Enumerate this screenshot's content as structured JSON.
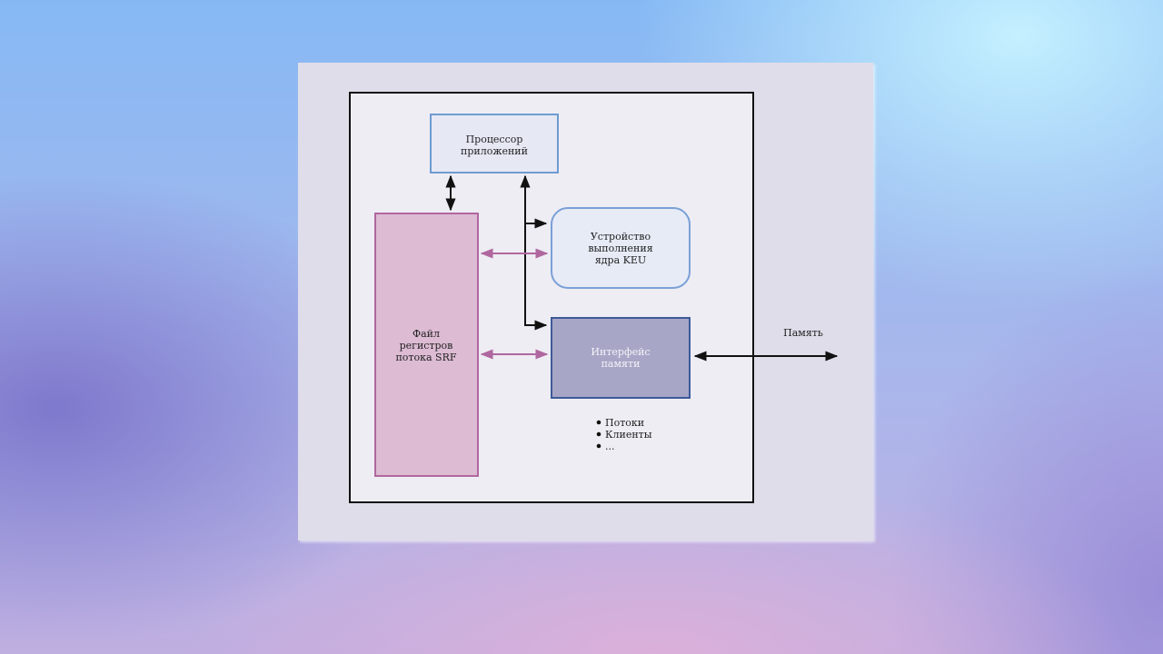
{
  "diagram": {
    "processor": {
      "line1": "Процессор",
      "line2": "приложений"
    },
    "keu": {
      "line1": "Устройство",
      "line2": "выполнения",
      "line3": "ядра KEU"
    },
    "srf": {
      "line1": "Файл",
      "line2": "регистров",
      "line3": "потока SRF"
    },
    "mem_interface": {
      "line1": "Интерфейс",
      "line2": "памяти"
    },
    "memory_label": "Память",
    "bullets": [
      "Потоки",
      "Клиенты",
      "..."
    ]
  },
  "colors": {
    "srf_fill": "#dcbbd3",
    "srf_stroke": "#b0679f",
    "processor_fill": "#e6e8f4",
    "processor_stroke": "#6f9bd0",
    "keu_fill": "#e6ebf6",
    "keu_stroke": "#7aa0d6",
    "mem_fill": "#a8a6c6",
    "mem_stroke": "#3d5a99",
    "pink_arrow": "#b0679f"
  }
}
